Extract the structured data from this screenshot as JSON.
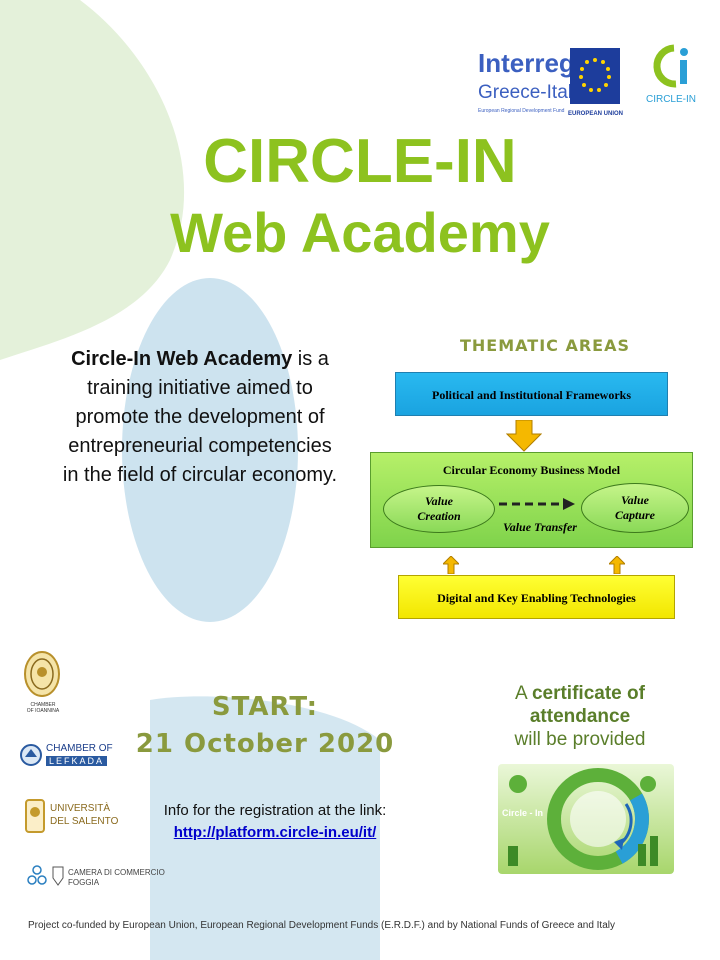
{
  "header": {
    "interreg_logo": {
      "title": "Interreg",
      "subtitle": "Greece-Italy",
      "fund": "European Regional Development Fund",
      "eu": "EUROPEAN UNION"
    },
    "circle_in_logo": {
      "name": "CIRCLE-IN"
    }
  },
  "title": {
    "line1": "CIRCLE-IN",
    "line2": "Web Academy"
  },
  "intro": {
    "bold": "Circle-In Web Academy",
    "text": " is a training initiative aimed to promote the development of entrepreneurial competencies in the field of circular economy."
  },
  "thematic": {
    "heading": "THEMATIC AREAS",
    "top_box": "Political and Institutional Frameworks",
    "middle_box": "Circular Economy Business Model",
    "value_creation": "Value Creation",
    "value_transfer": "Value Transfer",
    "value_capture": "Value Capture",
    "bottom_box": "Digital and Key Enabling Technologies"
  },
  "partners": [
    {
      "name": "CHAMBER OF IOANNINA",
      "line1": "CHAMBER",
      "line2": "OF IOANNINA"
    },
    {
      "name": "CHAMBER OF LEFKADA",
      "line1": "CHAMBER OF",
      "line2": "LEFKADA"
    },
    {
      "name": "UNIVERSITÀ DEL SALENTO",
      "line1": "UNIVERSITÀ",
      "line2": "DEL SALENTO"
    },
    {
      "name": "CAMERA DI COMMERCIO FOGGIA",
      "line1": "CAMERA DI COMMERCIO",
      "line2": "FOGGIA"
    }
  ],
  "start": {
    "label": "START:",
    "date": "21 October 2020"
  },
  "registration": {
    "info": "Info for the registration at the link:",
    "link": "http://platform.circle-in.eu/it/"
  },
  "certificate": {
    "line1_pre": "A ",
    "line1_bold": "certificate of",
    "line2": "attendance",
    "line3": "will be provided",
    "image_caption": "Circle - In"
  },
  "footer": "Project co-funded by European Union, European Regional Development Funds (E.R.D.F.) and by National Funds of Greece and Italy",
  "colors": {
    "title_green": "#8dc21f",
    "olive": "#8a9a3e",
    "blue_box": "#1aa3e0",
    "green_box": "#7fd34b",
    "yellow_box": "#f2e600",
    "link": "#0000cc"
  }
}
